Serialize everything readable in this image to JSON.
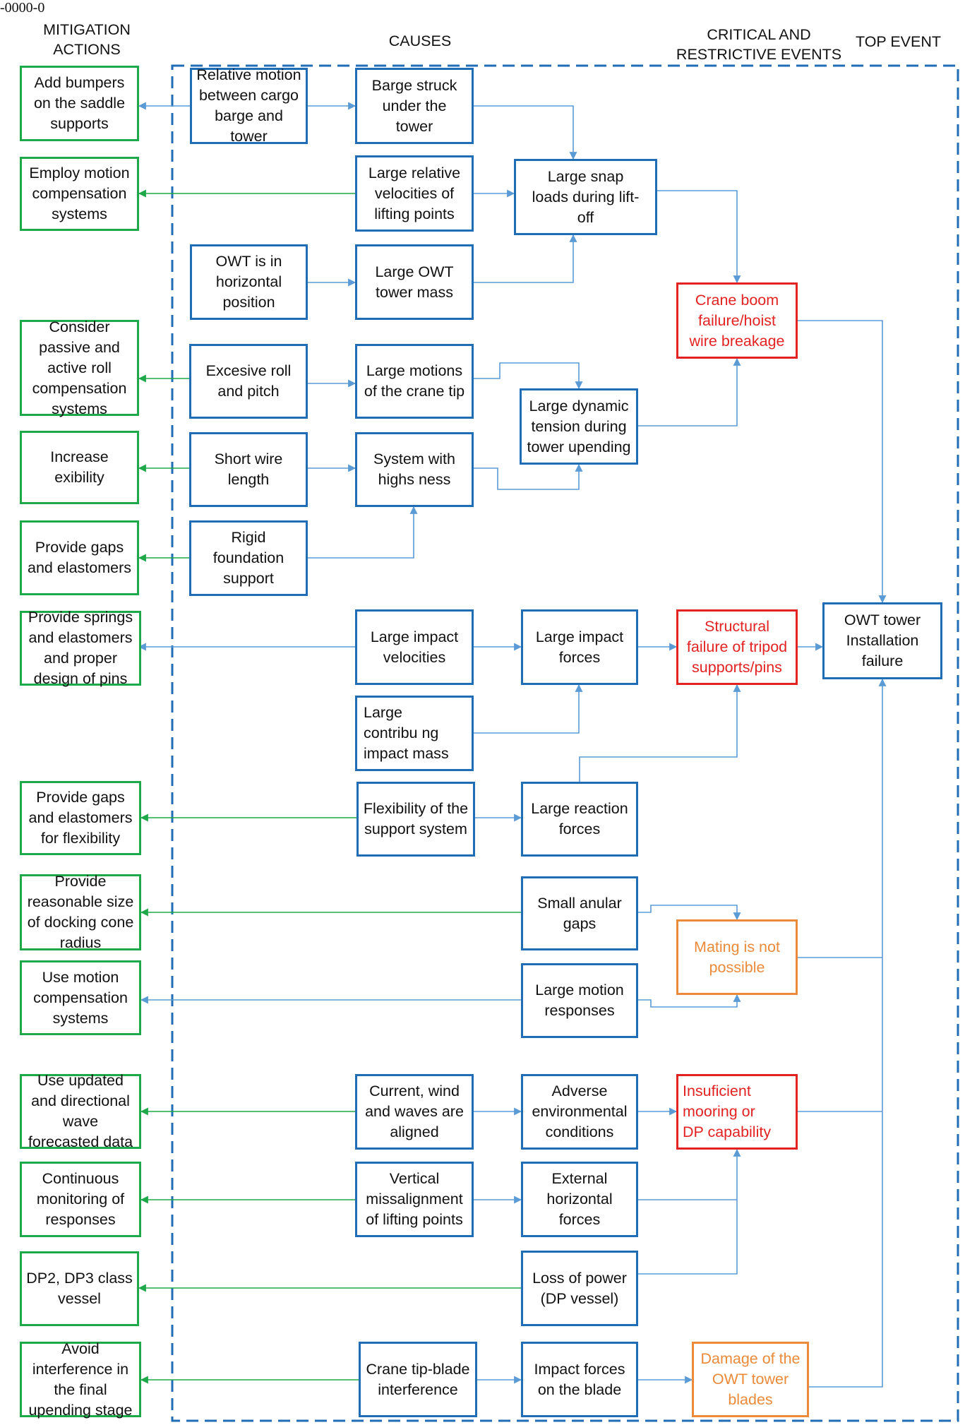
{
  "corner_text": "-0000-0",
  "headers": {
    "mitigation": "MITIGATION\nACTIONS",
    "causes": "CAUSES",
    "critical": "CRITICAL AND\nRESTRICTIVE  EVENTS",
    "top": "TOP EVENT"
  },
  "mitigation": {
    "m1": "Add bumpers\non the saddle\nsupports",
    "m2": "Employ motion\ncompensation\nsystems",
    "m3": "Consider\npassive and\nactive roll\ncompensation\nsystems",
    "m4": "Increase\nexibility",
    "m5": "Provide gaps\nand elastomers",
    "m6": "Provide springs\nand elastomers\nand proper\ndesign of pins",
    "m7": "Provide gaps\nand elastomers\nfor flexibility",
    "m8": "Provide\nreasonable size\nof docking cone\nradius",
    "m9": "Use motion\ncompensation\nsystems",
    "m10": "Use updated\nand directional\nwave\nforecasted data",
    "m11": "Continuous\nmonitoring of\nresponses",
    "m12": "DP2, DP3 class\nvessel",
    "m13": "Avoid\ninterference in\nthe final\nupending stage"
  },
  "causes": {
    "c1": "Relative motion\nbetween cargo\nbarge and\ntower",
    "c2": "Barge struck\nunder the\ntower",
    "c3": "Large relative\nvelocities of\nlifting points",
    "c4": "Large snap\nloads during lift-\noff",
    "c5": "OWT is in\nhorizontal\nposition",
    "c6": "Large OWT\ntower mass",
    "c7": "Excesive roll\nand pitch",
    "c8": "Large motions\nof the crane tip",
    "c9": "Large dynamic\ntension during\ntower upending",
    "c10": "Short wire\nlength",
    "c11": "System with\nhighs  ness",
    "c12": "Rigid\nfoundation\nsupport",
    "c13": "Large impact\nvelocities",
    "c14": "Large impact\nforces",
    "c15": "Large\ncontribu ng\nimpact mass",
    "c16": "Flexibility of the\nsupport system",
    "c17": "Large reaction\nforces",
    "c18": "Small anular\ngaps",
    "c19": "Large motion\nresponses",
    "c20": "Current, wind\nand waves are\naligned",
    "c21": "Adverse\nenvironmental\nconditions",
    "c22": "Vertical\nmissalignment\nof lifting points",
    "c23": "External\nhorizontal\nforces",
    "c24": "Loss of power\n(DP vessel)",
    "c25": "Crane tip-blade\ninterference",
    "c26": "Impact forces\non the blade"
  },
  "critical": {
    "e1": "Crane boom\nfailure/hoist\nwire breakage",
    "e2": "Structural\nfailure of tripod\nsupports/pins",
    "e3": "Mating is not\npossible",
    "e4": "Insuficient\nmooring or\nDP capability",
    "e5": "Damage of the\nOWT tower\nblades"
  },
  "top_event": "OWT tower\nInstallation\nfailure",
  "colors": {
    "mitigation_border": "#1ea84a",
    "cause_border": "#1f6db5",
    "critical_border": "#e32222",
    "restrictive_border": "#ea8a3a",
    "arrow_blue": "#5b9bd5",
    "arrow_green": "#1ea84a",
    "dashed_frame": "#1f6db5"
  }
}
